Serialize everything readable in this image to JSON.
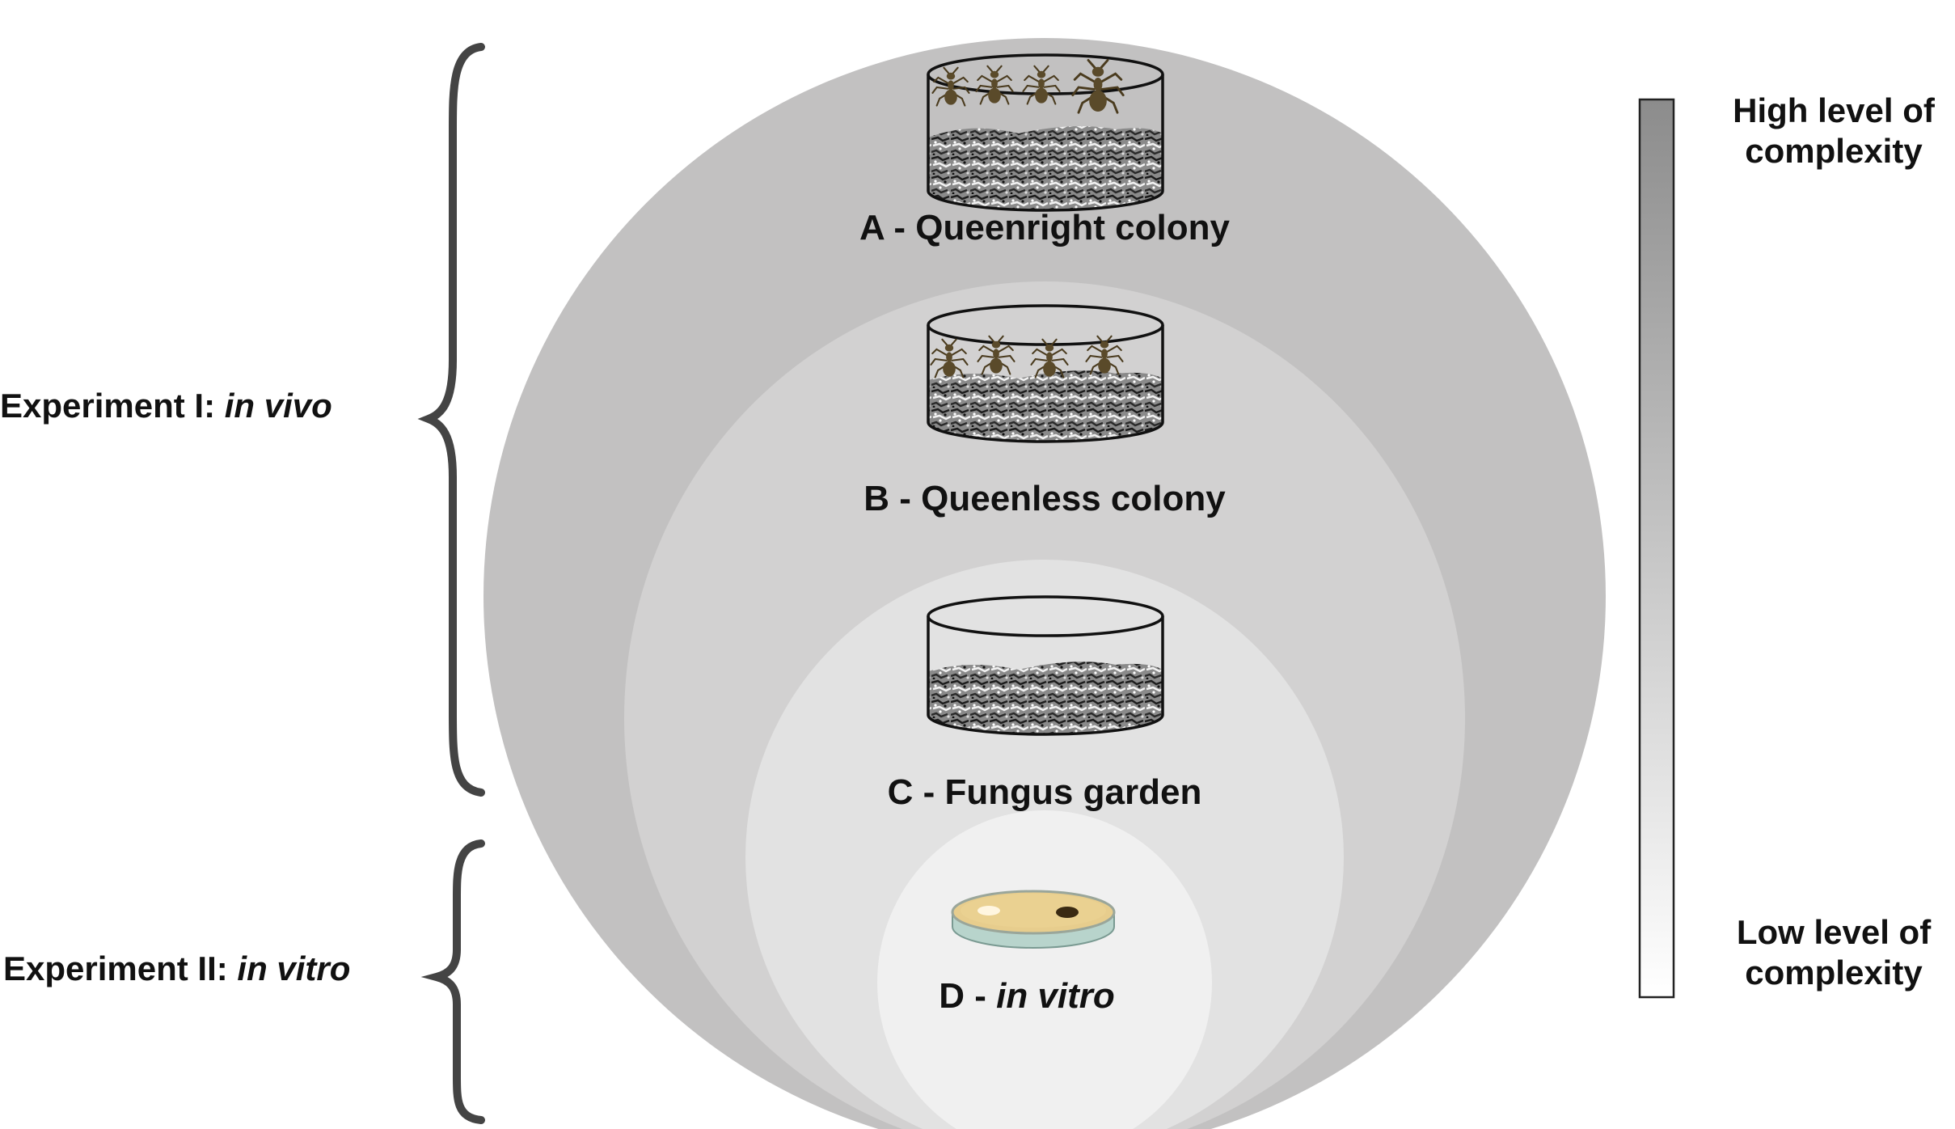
{
  "experiments": {
    "exp1": {
      "prefix": "Experiment I: ",
      "italic": "in vivo"
    },
    "exp2": {
      "prefix": "Experiment II: ",
      "italic": "in vitro"
    }
  },
  "levels": {
    "a": {
      "label": "A - Queenright colony"
    },
    "b": {
      "label": "B - Queenless colony"
    },
    "c": {
      "label": "C - Fungus garden"
    },
    "d": {
      "prefix": "D - ",
      "italic": "in vitro"
    }
  },
  "scale": {
    "high_line1": "High level of",
    "high_line2": "complexity",
    "low_line1": "Low level of",
    "low_line2": "complexity"
  },
  "colors": {
    "circle_a": "#c2c1c1",
    "circle_b": "#d2d1d1",
    "circle_c": "#e2e2e2",
    "circle_d": "#f0f0f0",
    "gradient_top": "#8c8c8c",
    "gradient_bottom": "#ffffff",
    "ant": "#5a4a2a",
    "agar": "#ead191"
  },
  "icons": [
    "ant-colony-container",
    "fungus-container",
    "petri-dish"
  ]
}
